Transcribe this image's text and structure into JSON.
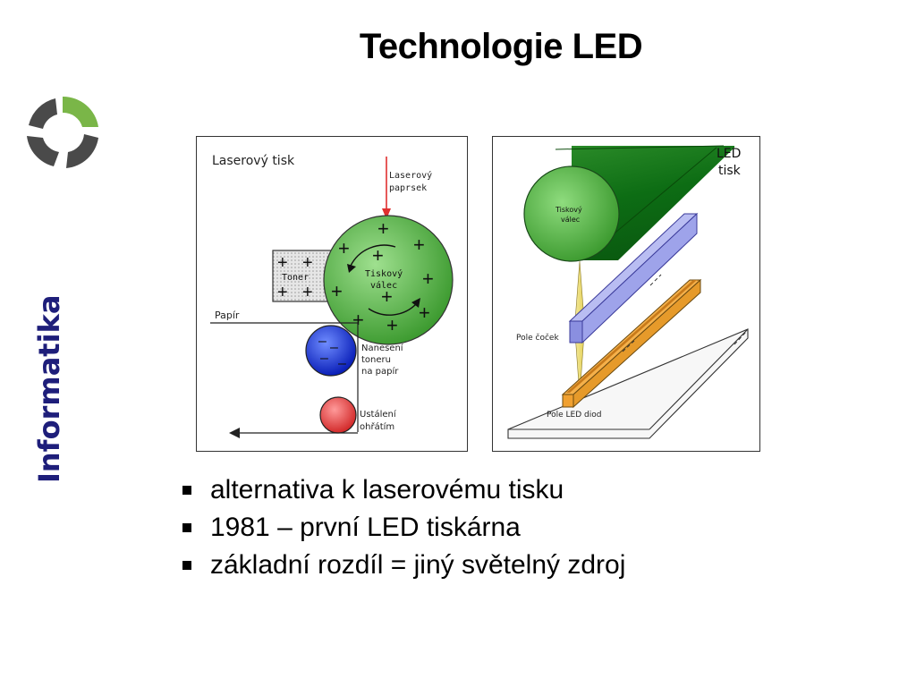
{
  "slide": {
    "title": "Technologie LED",
    "sidebar_label": "Informatika",
    "colors": {
      "sidebar_text": "#1e1e7a",
      "logo_green": "#7ab648",
      "logo_gray": "#4a4a4a"
    }
  },
  "laser_diagram": {
    "heading": "Laserový tisk",
    "beam_label_line1": "Laserový",
    "beam_label_line2": "paprsek",
    "toner_label": "Toner",
    "drum_label_line1": "Tiskový",
    "drum_label_line2": "válec",
    "paper_label": "Papír",
    "transfer_label_line1": "Nanesení",
    "transfer_label_line2": "toneru",
    "transfer_label_line3": "na papír",
    "fuser_label_line1": "Ustálení",
    "fuser_label_line2": "ohřátím",
    "plus_glyph": "+",
    "minus_glyph": "–"
  },
  "led_diagram": {
    "heading_line1": "LED",
    "heading_line2": "tisk",
    "drum_label_line1": "Tiskový",
    "drum_label_line2": "válec",
    "lens_label": "Pole čoček",
    "led_label": "Pole LED diod"
  },
  "bullets": [
    "alternativa k laserovému tisku",
    "1981 – první LED tiskárna",
    "základní rozdíl = jiný světelný zdroj"
  ]
}
